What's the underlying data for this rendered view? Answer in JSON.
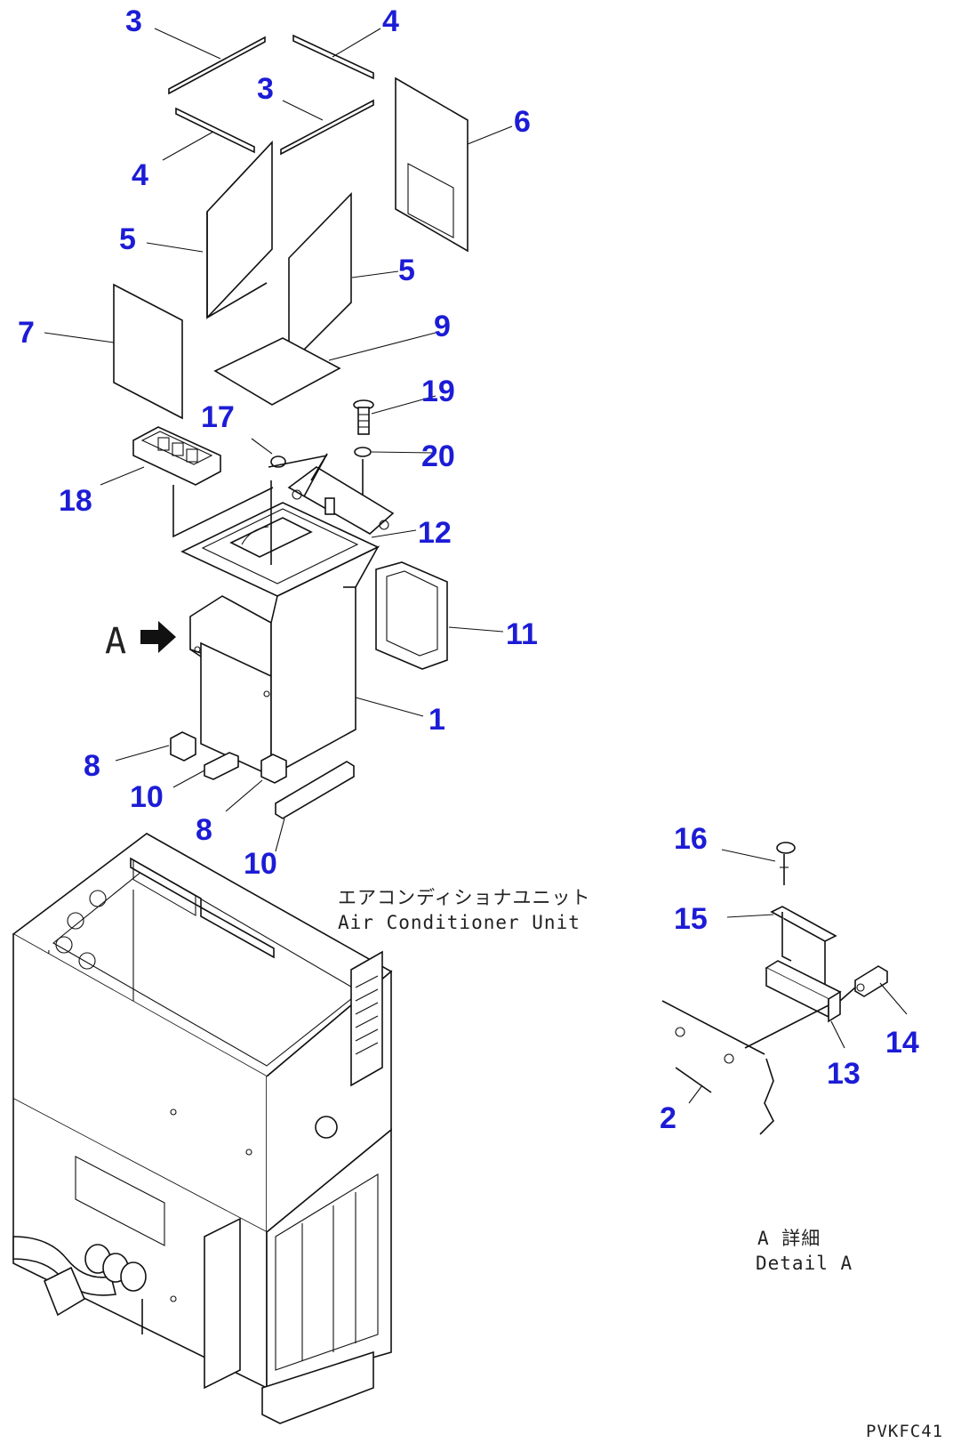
{
  "callouts": [
    {
      "id": "c3a",
      "text": "3"
    },
    {
      "id": "c4a",
      "text": "4"
    },
    {
      "id": "c3b",
      "text": "3"
    },
    {
      "id": "c4b",
      "text": "4"
    },
    {
      "id": "c6",
      "text": "6"
    },
    {
      "id": "c5a",
      "text": "5"
    },
    {
      "id": "c5b",
      "text": "5"
    },
    {
      "id": "c7",
      "text": "7"
    },
    {
      "id": "c9",
      "text": "9"
    },
    {
      "id": "c19",
      "text": "19"
    },
    {
      "id": "c17",
      "text": "17"
    },
    {
      "id": "c20",
      "text": "20"
    },
    {
      "id": "c18",
      "text": "18"
    },
    {
      "id": "c12",
      "text": "12"
    },
    {
      "id": "c11",
      "text": "11"
    },
    {
      "id": "c1",
      "text": "1"
    },
    {
      "id": "c8a",
      "text": "8"
    },
    {
      "id": "c10a",
      "text": "10"
    },
    {
      "id": "c8b",
      "text": "8"
    },
    {
      "id": "c10b",
      "text": "10"
    },
    {
      "id": "c16",
      "text": "16"
    },
    {
      "id": "c15",
      "text": "15"
    },
    {
      "id": "c14",
      "text": "14"
    },
    {
      "id": "c13",
      "text": "13"
    },
    {
      "id": "c2",
      "text": "2"
    }
  ],
  "view_marker": "A",
  "unit_caption": {
    "jp": "エアコンディショナユニット",
    "en": "Air Conditioner Unit"
  },
  "detail_caption": {
    "jp": "A 詳細",
    "en": "Detail A"
  },
  "drawing_code": "PVKFC41",
  "colors": {
    "callout": "#1c1cd6",
    "line": "#111111",
    "background": "#ffffff"
  }
}
